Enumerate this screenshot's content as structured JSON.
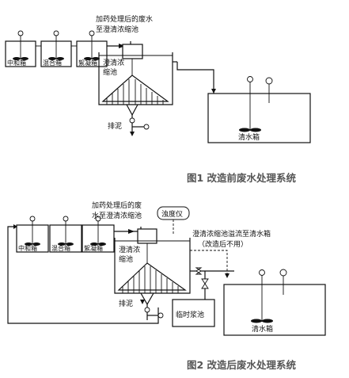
{
  "fig1": {
    "caption": "图1 改造前废水处理系统",
    "tanks": [
      "中和箱",
      "混合箱",
      "絮凝箱"
    ],
    "inflow_label_line1": "加药处理后的废水",
    "inflow_label_line2": "至澄清浓缩池",
    "clarifier_line1": "澄清浓",
    "clarifier_line2": "缩池",
    "sludge": "排泥",
    "clean_tank": "清水箱"
  },
  "fig2": {
    "caption": "图2 改造后废水处理系统",
    "tanks": [
      "中和箱",
      "混合箱",
      "絮凝箱"
    ],
    "inflow_label_line1": "加药处理后的废",
    "inflow_label_line2": "水至澄清浓缩池",
    "turbidimeter": "浊度仪",
    "clarifier_line1": "澄清浓",
    "clarifier_line2": "缩池",
    "overflow_line1": "澄清浓缩池溢流至清水箱",
    "overflow_line2": "（改造后不用）",
    "sludge": "排泥",
    "temp_tank": "临时浆池",
    "clean_tank": "清水箱"
  },
  "colors": {
    "line": "#111111",
    "caption": "#555555"
  }
}
